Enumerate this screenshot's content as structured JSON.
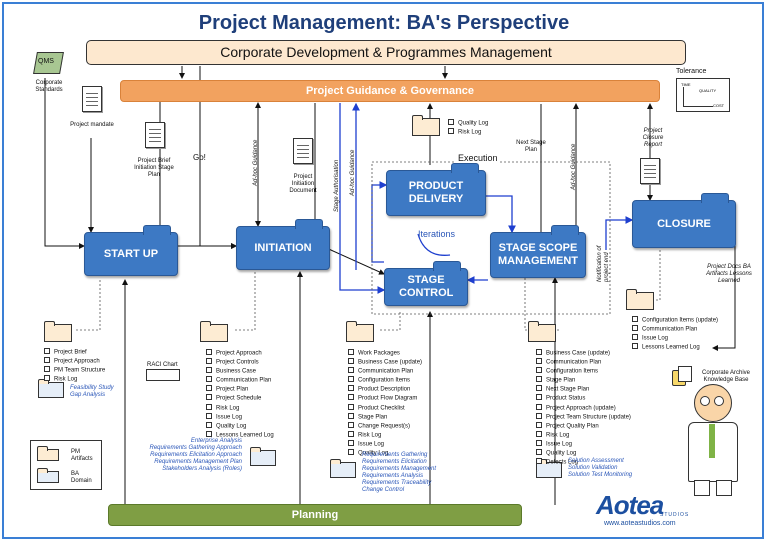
{
  "title": "Project Management: BA's Perspective",
  "corporate_bar": "Corporate Development & Programmes Management",
  "governance_bar": "Project Guidance & Governance",
  "planning_bar": "Planning",
  "execution_label": "Execution",
  "iterations_label": "Iterations",
  "go_label": "Go!",
  "qms_label": "QMS",
  "tolerance": {
    "title": "Tolerance",
    "time": "TIME",
    "quality": "QUALITY",
    "cost": "COST"
  },
  "labels": {
    "corporate_standards": "Corporate Standards",
    "project_mandate": "Project mandate",
    "project_brief_doc": "Project Brief Initiation Stage Plan",
    "pid_doc": "Project Initiation Document",
    "next_stage_plan": "Next Stage Plan",
    "project_closure_report": "Project Closure Report",
    "raci_chart": "RACI Chart",
    "project_docs": "Project Docs BA Artifacts Lessons Learned",
    "corporate_archive": "Corporate Archive Knowledge Base"
  },
  "vertical_labels": {
    "adhoc_initiation": "Ad-hoc Guidance",
    "adhoc_pid": "Ad-hoc Guidance",
    "stage_authorisation": "Stage Authorisation",
    "adhoc_stage": "Ad-hoc Guidance",
    "adhoc_closure": "Ad-hoc Guidance",
    "notification": "Notification of project end"
  },
  "processes": {
    "start_up": "START UP",
    "initiation": "INITIATION",
    "product_delivery": "PRODUCT DELIVERY",
    "stage_control": "STAGE CONTROL",
    "stage_scope": "STAGE SCOPE MANAGEMENT",
    "closure": "CLOSURE"
  },
  "lists": {
    "startup": [
      "Project Brief",
      "Project Approach",
      "PM Team Structure",
      "Risk Log"
    ],
    "initiation": [
      "Project Approach",
      "Project Controls",
      "Business Case",
      "Communication Plan",
      "Project Plan",
      "Project Schedule",
      "Risk Log",
      "Issue Log",
      "Quality Log",
      "Lessons Learned Log"
    ],
    "stage_control": [
      "Work Packages",
      "Business Case (update)",
      "Communication Plan",
      "Configuration Items",
      "Product Description",
      "Product Flow Diagram",
      "Product Checklist",
      "Stage Plan",
      "Change Request(s)",
      "Risk Log",
      "Issue Log",
      "Quality Log"
    ],
    "stage_scope": [
      "Business Case (update)",
      "Communication Plan",
      "Configuration Items",
      "Stage Plan",
      "Next Stage Plan",
      "Product Status",
      "Project Approach (update)",
      "Project Team Structure (update)",
      "Project Quality Plan",
      "Risk Log",
      "Issue Log",
      "Quality Log",
      "Defects Log"
    ],
    "closure": [
      "Configuration Items (update)",
      "Communication Plan",
      "Issue Log",
      "Lessons Learned Log"
    ],
    "product_delivery": [
      "Quality Log",
      "Risk Log"
    ]
  },
  "ba_lists": {
    "startup": [
      "Feasibility Study",
      "Gap Analysis"
    ],
    "initiation": [
      "Enterprise Analysis",
      "Requirements Gathering Approach",
      "Requirements Elicitation Approach",
      "Requirements Management Plan",
      "Stakeholders Analysis (Roles)"
    ],
    "stage_control": [
      "Requirements Gathering",
      "Requirements Elicitation",
      "Requirements Management",
      "Requirements Analysis",
      "Requirements Traceability",
      "Change Control"
    ],
    "stage_scope": [
      "Solution Assessment",
      "Solution Validation",
      "Solution Test Monitoring"
    ]
  },
  "legend": {
    "pm": "PM Artifacts",
    "ba": "BA Domain"
  },
  "brand": {
    "name": "Aotea",
    "sub": "STUDIOS",
    "url": "www.aoteastudios.com"
  },
  "colors": {
    "process": "#3d79c4",
    "governance": "#f2a25f",
    "planning": "#7f9e44",
    "frame": "#3a7fd5"
  }
}
